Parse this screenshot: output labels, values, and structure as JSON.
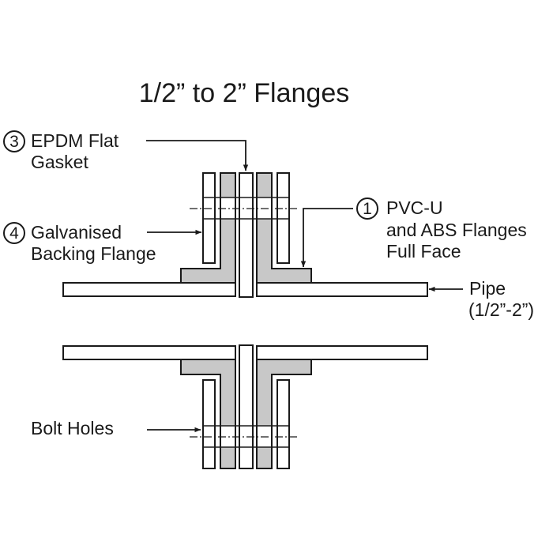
{
  "title": "1/2” to 2” Flanges",
  "labels": {
    "gasket": {
      "number": "3",
      "line1": "EPDM Flat",
      "line2": "Gasket"
    },
    "backing_flange": {
      "number": "4",
      "line1": "Galvanised",
      "line2": "Backing Flange"
    },
    "pvc_flange": {
      "number": "1",
      "line1": "PVC-U",
      "line2": "and ABS Flanges",
      "line3": "Full Face"
    },
    "pipe": {
      "line1": "Pipe",
      "line2": "(1/2”-2”)"
    },
    "bolt_holes": {
      "line1": "Bolt Holes"
    }
  },
  "colors": {
    "stroke": "#1a1a1a",
    "fill_plastic": "#c8c8c8",
    "fill_white": "#ffffff"
  }
}
